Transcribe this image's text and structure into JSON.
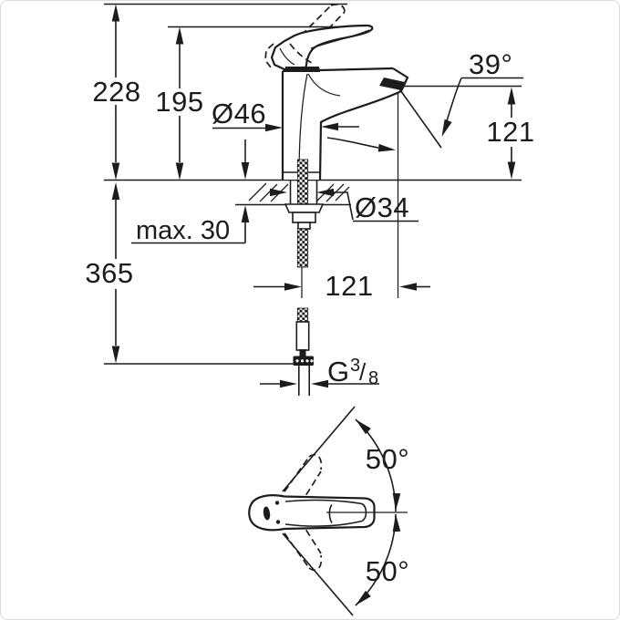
{
  "drawing": {
    "title": "faucet-dimension-drawing",
    "colors": {
      "line": "#1c1c1c",
      "background": "#ffffff",
      "border": "#dcdcdc"
    },
    "dimensions": {
      "overall_height": "228",
      "body_height": "195",
      "body_diameter": "Ø46",
      "spout_angle": "39°",
      "outlet_height": "121",
      "deck_max_thickness": "max. 30",
      "hole_diameter": "Ø34",
      "below_deck_length": "365",
      "spout_projection": "121",
      "swivel_upper": "50°",
      "swivel_lower": "50°",
      "thread_letter": "G",
      "thread_numerator": "3",
      "thread_slash": "/",
      "thread_denominator": "8"
    }
  }
}
